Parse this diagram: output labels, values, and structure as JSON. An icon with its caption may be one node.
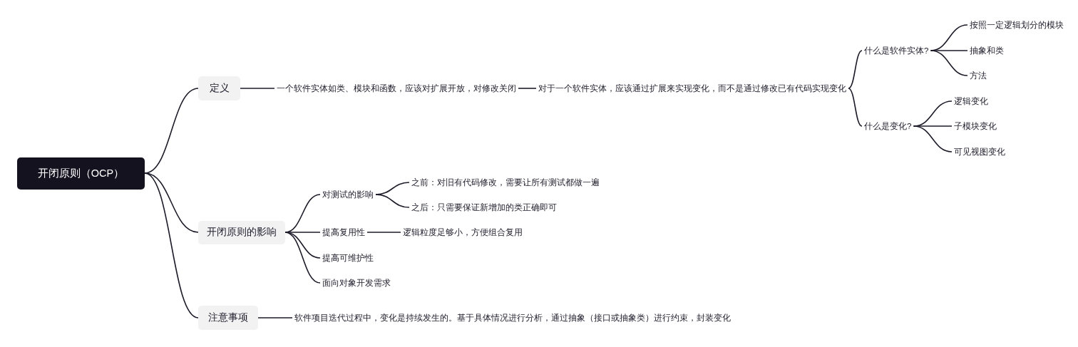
{
  "diagram": {
    "nodes": [
      {
        "text": [
          "开闭原则（OCP）"
        ]
      },
      {
        "text": [
          "定义"
        ]
      },
      {
        "text": [
          "一个软件实体如类、模块和函数，应该对扩展开放，对修改关闭"
        ]
      },
      {
        "text": [
          "对于一个软件实体，应该通过扩展来实现变化，而不是通过修改已有代码实现变化"
        ]
      },
      {
        "text": [
          "什么是软件实体?"
        ]
      },
      {
        "text": [
          "按照一定逻辑划分的模块"
        ]
      },
      {
        "text": [
          "抽象和类"
        ]
      },
      {
        "text": [
          "方法"
        ]
      },
      {
        "text": [
          "什么是变化?"
        ]
      },
      {
        "text": [
          "逻辑变化"
        ]
      },
      {
        "text": [
          "子模块变化"
        ]
      },
      {
        "text": [
          "可见视图变化"
        ]
      },
      {
        "text": [
          "开闭原则的影响"
        ]
      },
      {
        "text": [
          "对测试的影响"
        ]
      },
      {
        "text": [
          "之前：对旧有代码修改，需要让所有测试都做一遍"
        ]
      },
      {
        "text": [
          "之后：只需要保证新增加的类正确即可"
        ]
      },
      {
        "text": [
          "提高复用性"
        ]
      },
      {
        "text": [
          "逻辑粒度足够小，方便组合复用"
        ]
      },
      {
        "text": [
          "提高可维护性"
        ]
      },
      {
        "text": [
          "面向对象开发需求"
        ]
      },
      {
        "text": [
          "注意事项"
        ]
      },
      {
        "text": [
          "软件项目迭代过程中，变化是持续发生的。基于具体情况进行分析，通过抽象（接口或抽象类）进行约束，封装变化"
        ]
      }
    ],
    "edges": [
      {
        "from": 0,
        "to": 1,
        "arrow": "none"
      },
      {
        "from": 1,
        "to": 2,
        "arrow": "none"
      },
      {
        "from": 2,
        "to": 3,
        "arrow": "none"
      },
      {
        "from": 3,
        "to": 4,
        "arrow": "none"
      },
      {
        "from": 4,
        "to": 5,
        "arrow": "none"
      },
      {
        "from": 4,
        "to": 6,
        "arrow": "none"
      },
      {
        "from": 4,
        "to": 7,
        "arrow": "none"
      },
      {
        "from": 3,
        "to": 8,
        "arrow": "none"
      },
      {
        "from": 8,
        "to": 9,
        "arrow": "none"
      },
      {
        "from": 8,
        "to": 10,
        "arrow": "none"
      },
      {
        "from": 8,
        "to": 11,
        "arrow": "none"
      },
      {
        "from": 0,
        "to": 12,
        "arrow": "none"
      },
      {
        "from": 12,
        "to": 13,
        "arrow": "none"
      },
      {
        "from": 13,
        "to": 14,
        "arrow": "none"
      },
      {
        "from": 13,
        "to": 15,
        "arrow": "none"
      },
      {
        "from": 12,
        "to": 16,
        "arrow": "none"
      },
      {
        "from": 16,
        "to": 17,
        "arrow": "none"
      },
      {
        "from": 12,
        "to": 18,
        "arrow": "none"
      },
      {
        "from": 12,
        "to": 19,
        "arrow": "none"
      },
      {
        "from": 0,
        "to": 20,
        "arrow": "none"
      },
      {
        "from": 20,
        "to": 21,
        "arrow": "none"
      }
    ]
  }
}
